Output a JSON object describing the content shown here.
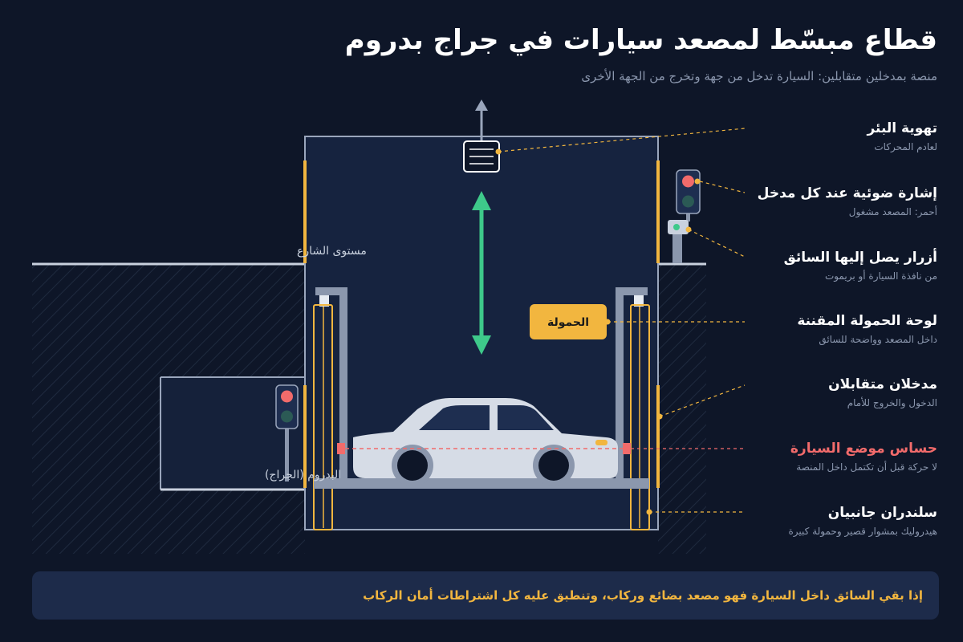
{
  "header": {
    "title": "قطاع مبسّط لمصعد سيارات في جراج بدروم",
    "subtitle": "منصة بمدخلين متقابلين: السيارة تدخل من جهة وتخرج من الجهة الأخرى"
  },
  "diagram": {
    "street_level_label": "مستوى الشارع",
    "basement_label": "البدروم (الجراج)",
    "payload_plate": "الحمولة"
  },
  "callouts": [
    {
      "title": "تهوية البئر",
      "subtitle": "لعادم المحركات"
    },
    {
      "title": "إشارة ضوئية عند كل مدخل",
      "subtitle": "أحمر: المصعد مشغول"
    },
    {
      "title": "أزرار يصل إليها السائق",
      "subtitle": "من نافذة السيارة أو بريموت"
    },
    {
      "title": "لوحة الحمولة المقننة",
      "subtitle": "داخل المصعد وواضحة للسائق"
    },
    {
      "title": "مدخلان متقابلان",
      "subtitle": "الدخول والخروج للأمام"
    },
    {
      "title": "حساس موضع السيارة",
      "subtitle": "لا حركة قبل أن تكتمل داخل المنصة"
    },
    {
      "title": "سلندران جانبيان",
      "subtitle": "هيدروليك بمشوار قصير وحمولة كبيرة"
    }
  ],
  "footer_note": "إذا بقي السائق داخل السيارة فهو مصعد بضائع وركاب، وتنطبق عليه كل اشتراطات أمان الركاب",
  "colors": {
    "background": "#0e1628",
    "accent": "#f2b63f",
    "up_down_arrow": "#3ec98a",
    "sensor": "#f26b6b",
    "shaft_line": "#9aa6bc"
  }
}
